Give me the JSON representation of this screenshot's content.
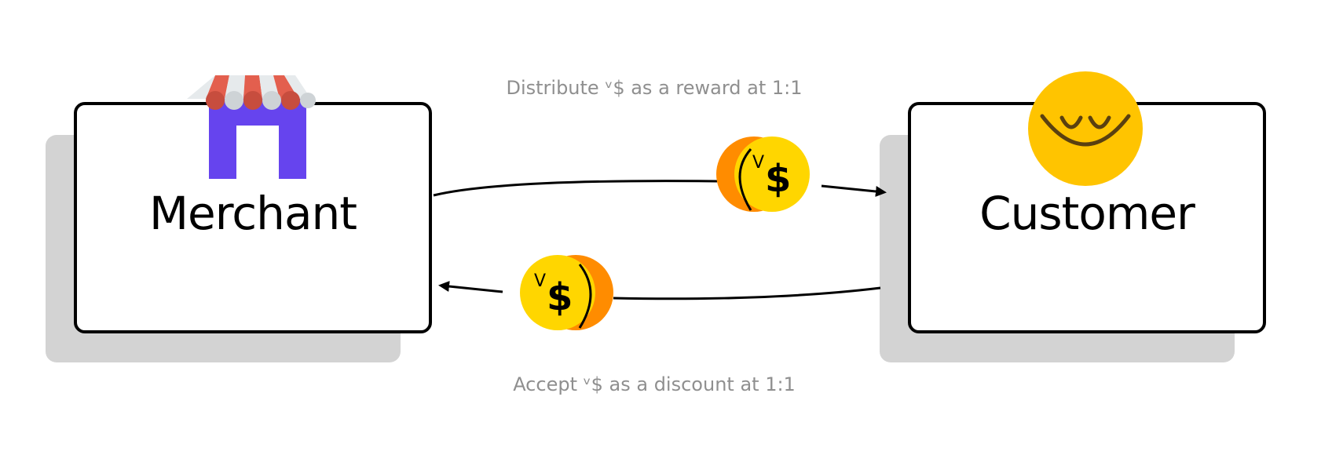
{
  "merchant": {
    "title": "Merchant",
    "icon": "store-icon"
  },
  "customer": {
    "title": "Customer",
    "icon": "smiley-face-icon"
  },
  "flows": {
    "reward_label": "Distribute ᵛ$ as a reward at 1:1",
    "discount_label": "Accept ᵛ$ as a discount at 1:1"
  },
  "coin": {
    "symbol_sup": "V",
    "symbol_main": "$",
    "icon": "vdollar-coin-icon"
  },
  "colors": {
    "store_body": "#6644ee",
    "awning_red": "#e35f4e",
    "awning_light": "#e6eaec",
    "smiley_yellow": "#ffc400",
    "smiley_line": "#5a4010",
    "coin_yellow": "#ffd600",
    "coin_orange": "#ff8c00",
    "shadow": "#d3d3d3"
  }
}
